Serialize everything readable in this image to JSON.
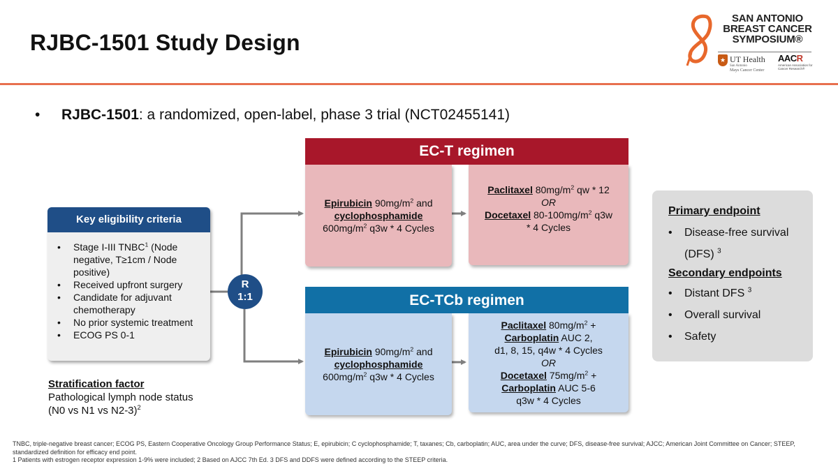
{
  "title": "RJBC-1501 Study Design",
  "logo": {
    "ribbon_icon": "pink-ribbon-8-icon",
    "symposium_lines": [
      "SAN ANTONIO",
      "BREAST CANCER",
      "SYMPOSIUM®"
    ],
    "ut_health": {
      "name": "UT Health",
      "sub": "San Antonio",
      "sub2": "Mays Cancer Center"
    },
    "aacr": {
      "mark_a": "AAC",
      "mark_b": "R",
      "sub": "American Association for Cancer Research®"
    }
  },
  "intro": {
    "bold": "RJBC-1501",
    "text": ": a randomized, open-label, phase 3 trial (NCT02455141)"
  },
  "eligibility": {
    "header": "Key eligibility criteria",
    "items": [
      {
        "text": "Stage I-III TNBC",
        "sup": "1",
        "tail": " (Node negative, T≥1cm / Node positive)"
      },
      {
        "text": "Received upfront surgery"
      },
      {
        "text": "Candidate for adjuvant chemotherapy"
      },
      {
        "text": "No prior systemic treatment"
      },
      {
        "text": "ECOG PS 0-1"
      }
    ]
  },
  "stratification": {
    "header": "Stratification factor",
    "line1": "Pathological lymph node status",
    "line2": "(N0 vs N1 vs N2-3)",
    "sup": "2"
  },
  "randomization": {
    "line1": "R",
    "line2": "1:1"
  },
  "regimens": {
    "ect": {
      "header": "EC-T regimen",
      "color": "#a8172a",
      "ec": {
        "drug1": "Epirubicin",
        "dose1": " 90mg/m",
        "dose1_tail": " and",
        "drug2": "cyclophosphamide",
        "dose2": "600mg/m",
        "dose2_tail": " q3w * 4 Cycles"
      },
      "taxane": {
        "drug1": "Paclitaxel",
        "dose1": " 80mg/m",
        "dose1_tail": " qw * 12",
        "or": "OR",
        "drug2": "Docetaxel",
        "dose2": " 80-100mg/m",
        "dose2_tail": " q3w",
        "tail": "* 4 Cycles"
      }
    },
    "ectcb": {
      "header": "EC-TCb regimen",
      "color": "#1170a6",
      "ec": {
        "drug1": "Epirubicin",
        "dose1": " 90mg/m",
        "dose1_tail": " and",
        "drug2": "cyclophosphamide",
        "dose2": "600mg/m",
        "dose2_tail": " q3w * 4 Cycles"
      },
      "taxane": {
        "drug1": "Paclitaxel",
        "dose1": " 80mg/m",
        "dose1_tail": " +",
        "drug2": "Carboplatin",
        "dose2": " AUC 2,",
        "line3": "d1, 8, 15, q4w * 4 Cycles",
        "or": "OR",
        "drug3": "Docetaxel",
        "dose3": " 75mg/m",
        "dose3_tail": " +",
        "drug4": "Carboplatin",
        "dose4": " AUC 5-6",
        "line7": "q3w * 4 Cycles"
      }
    }
  },
  "endpoints": {
    "primary_header": "Primary endpoint",
    "primary": [
      {
        "text": "Disease-free survival",
        "cont": "(DFS)",
        "sup": "3"
      }
    ],
    "secondary_header": "Secondary endpoints",
    "secondary": [
      {
        "text": "Distant DFS",
        "sup": "3"
      },
      {
        "text": "Overall survival"
      },
      {
        "text": "Safety"
      }
    ]
  },
  "footnotes": [
    "TNBC, triple-negative breast cancer; ECOG PS, Eastern Cooperative Oncology Group Performance Status; E, epirubicin; C cyclophosphamide; T, taxanes; Cb, carboplatin; AUC, area under the curve; DFS, disease-free survival; AJCC; American Joint Committee on Cancer; STEEP, standardized definition for efficacy end point.",
    "1 Patients with estrogen receptor expression 1-9% were included; 2 Based on AJCC 7th Ed. 3 DFS and DDFS were defined according to the STEEP criteria."
  ],
  "sup2": "2"
}
